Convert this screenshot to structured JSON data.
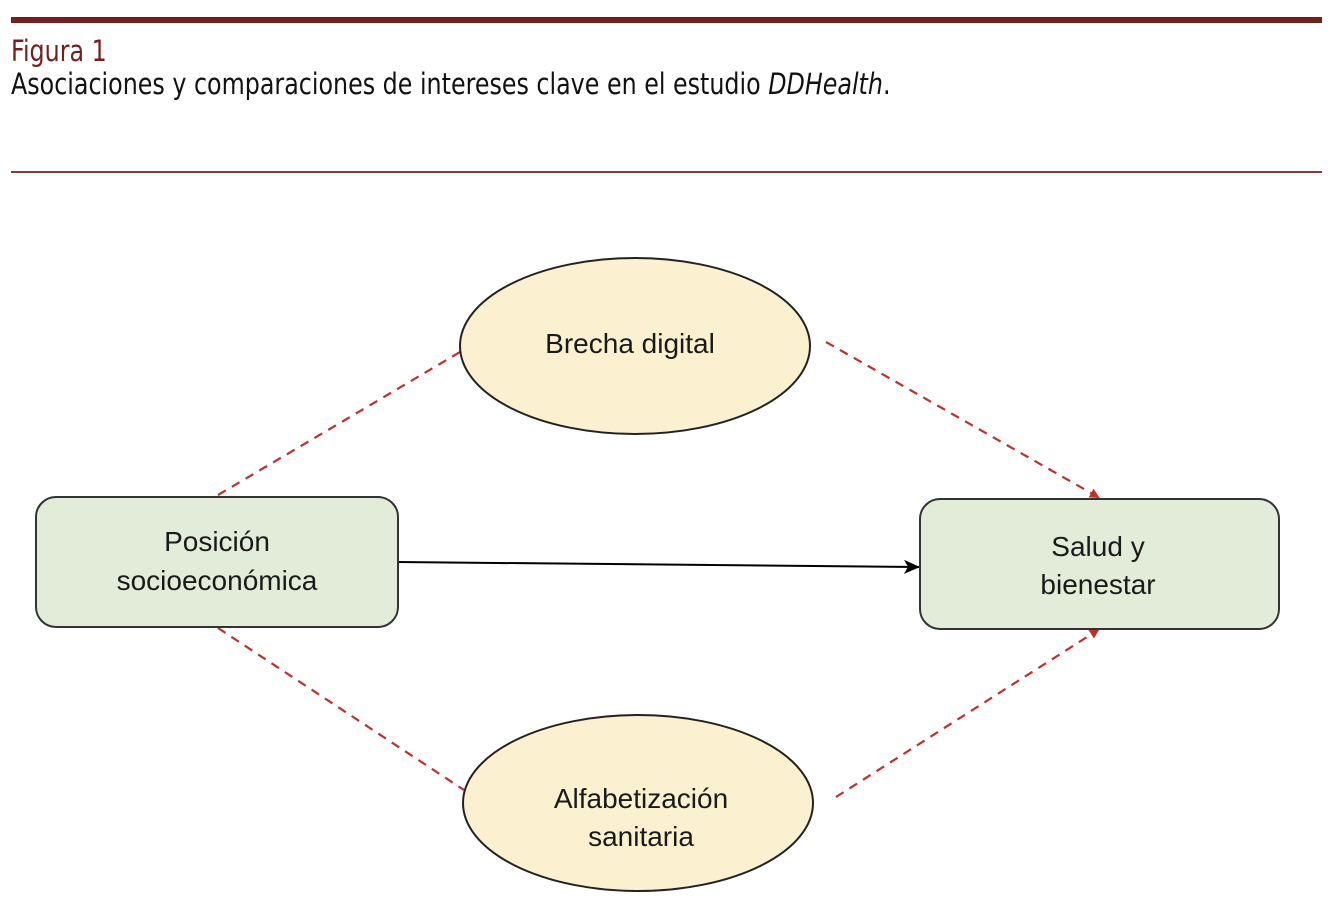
{
  "caption": {
    "figure_label": "Figura 1",
    "title_prefix": "Asociaciones y comparaciones de intereses clave en el estudio ",
    "title_italic": "DDHealth",
    "title_suffix": "."
  },
  "diagram": {
    "nodes": {
      "ses": {
        "line1": "Posición",
        "line2": "socioeconómica"
      },
      "health": {
        "line1": "Salud y",
        "line2": "bienestar"
      },
      "digital": {
        "line1": "Brecha digital"
      },
      "literacy": {
        "line1": "Alfabetización",
        "line2": "sanitaria"
      }
    },
    "colors": {
      "box_fill": "#e3ecd8",
      "ellipse_fill": "#fbf0cf",
      "dashed_edge": "#c0302b",
      "solid_edge": "#000000",
      "accent": "#74201f"
    }
  }
}
